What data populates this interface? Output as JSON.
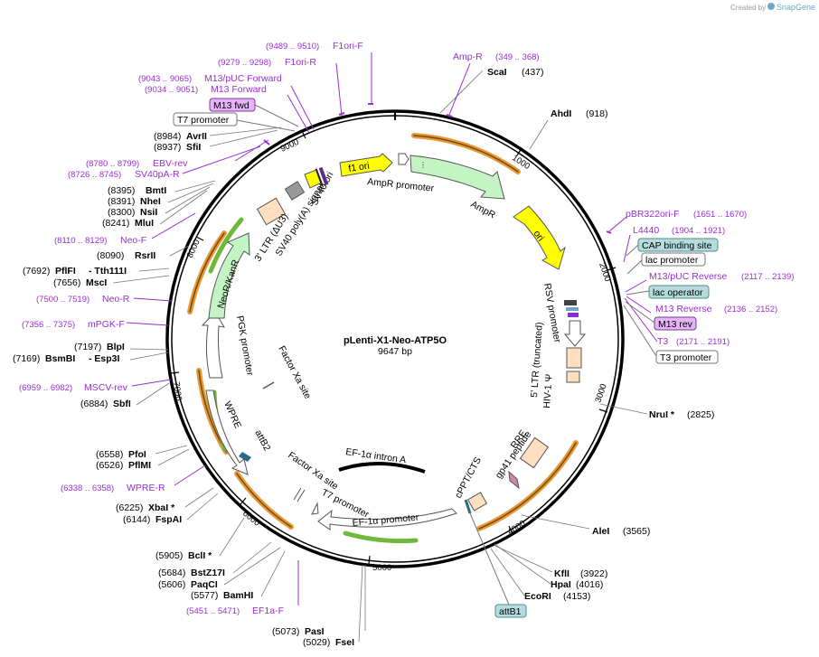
{
  "branding": {
    "text": "Created by",
    "app": "SnapGene"
  },
  "map": {
    "name": "pLenti-X1-Neo-ATP5O",
    "length": "9647 bp",
    "total": 9647
  },
  "ticks": [
    "1000",
    "2000",
    "3000",
    "4000",
    "5000",
    "6000",
    "7000",
    "8000",
    "9000"
  ],
  "enzymes_right": [
    {
      "name": "ScaI",
      "pos": "(437)"
    },
    {
      "name": "AhdI",
      "pos": "(918)"
    },
    {
      "name": "NruI *",
      "pos": "(2825)"
    },
    {
      "name": "AleI",
      "pos": "(3565)"
    },
    {
      "name": "KflI",
      "pos": "(3922)"
    },
    {
      "name": "HpaI",
      "pos": "(4016)"
    },
    {
      "name": "EcoRI",
      "pos": "(4153)"
    },
    {
      "name": "PasI",
      "pos": "(5073)"
    },
    {
      "name": "FseI",
      "pos": "(5029)"
    }
  ],
  "enzymes_left": [
    {
      "name": "AvrII",
      "pos": "(8984)"
    },
    {
      "name": "SfiI",
      "pos": "(8937)"
    },
    {
      "name": "BmtI",
      "pos": "(8395)"
    },
    {
      "name": "NheI",
      "pos": "(8391)"
    },
    {
      "name": "NsiI",
      "pos": "(8300)"
    },
    {
      "name": "MluI",
      "pos": "(8241)"
    },
    {
      "name": "RsrII",
      "pos": "(8090)"
    },
    {
      "name": "PflFI",
      "pos": "(7692)",
      "extra": "- Tth111I"
    },
    {
      "name": "MscI",
      "pos": "(7656)"
    },
    {
      "name": "BlpI",
      "pos": "(7197)"
    },
    {
      "name": "BsmBI",
      "pos": "(7169)",
      "extra": "- Esp3I"
    },
    {
      "name": "SbfI",
      "pos": "(6884)"
    },
    {
      "name": "PfoI",
      "pos": "(6558)"
    },
    {
      "name": "PflMI",
      "pos": "(6526)"
    },
    {
      "name": "XbaI *",
      "pos": "(6225)"
    },
    {
      "name": "FspAI",
      "pos": "(6144)"
    },
    {
      "name": "BclI *",
      "pos": "(5905)"
    },
    {
      "name": "BstZ17I",
      "pos": "(5684)"
    },
    {
      "name": "PaqCI",
      "pos": "(5606)"
    },
    {
      "name": "BamHI",
      "pos": "(5577)"
    }
  ],
  "primers_right": [
    {
      "range": "(9489 .. 9510)",
      "name": "F1ori-F"
    },
    {
      "range": "(349 .. 368)",
      "name": "Amp-R"
    },
    {
      "name": "pBR322ori-F",
      "range": "(1651 .. 1670)"
    },
    {
      "name": "L4440",
      "range": "(1904 .. 1921)"
    },
    {
      "name": "M13/pUC Reverse",
      "range": "(2117 .. 2139)"
    },
    {
      "name": "M13 Reverse",
      "range": "(2136 .. 2152)"
    },
    {
      "name": "T3",
      "range": "(2171 .. 2191)"
    }
  ],
  "primers_left": [
    {
      "range": "(9279 .. 9298)",
      "name": "F1ori-R"
    },
    {
      "range": "(9043 .. 9065)",
      "name": "M13/pUC Forward"
    },
    {
      "range": "(9034 .. 9051)",
      "name": "M13 Forward"
    },
    {
      "range": "(8780 .. 8799)",
      "name": "EBV-rev"
    },
    {
      "range": "(8726 .. 8745)",
      "name": "SV40pA-R"
    },
    {
      "range": "(8110 .. 8129)",
      "name": "Neo-F"
    },
    {
      "range": "(7500 .. 7519)",
      "name": "Neo-R"
    },
    {
      "range": "(7356 .. 7375)",
      "name": "mPGK-F"
    },
    {
      "range": "(6959 .. 6982)",
      "name": "MSCV-rev"
    },
    {
      "range": "(6338 .. 6358)",
      "name": "WPRE-R"
    },
    {
      "range": "(5451 .. 5471)",
      "name": "EF1a-F"
    }
  ],
  "boxed_labels": {
    "m13fwd": "M13 fwd",
    "t7_top": "T7 promoter",
    "cap": "CAP binding site",
    "lac_promoter": "lac promoter",
    "lac_operator": "lac operator",
    "m13rev": "M13 rev",
    "t3_promoter": "T3 promoter",
    "attb1": "attB1"
  },
  "features": {
    "f1ori": "f1 ori",
    "ampr_promoter": "AmpR promoter",
    "ampr": "AmpR",
    "ori": "ori",
    "rsv": "RSV promoter",
    "ltr5": "5' LTR (truncated)",
    "hiv": "HIV-1 Ψ",
    "rre": "RRE",
    "gp41": "gp41 peptide",
    "cppt": "cPPT/CTS",
    "ef1a_intron": "EF-1α intron A",
    "ef1a_promoter": "EF-1α promoter",
    "t7_inner": "T7 promoter",
    "factor_xa": "Factor Xa site",
    "factor_xa2": "Factor Xa site",
    "wpre": "WPRE",
    "attb2": "attB2",
    "pgk": "PGK promoter",
    "neor": "NeoR/KanR",
    "ltr3": "3' LTR (ΔU3)",
    "sv40pa": "SV40 poly(A) signal",
    "sv40ori": "SV40 ori"
  },
  "colors": {
    "primer": "#9a2ed6",
    "ori": "#ffff00",
    "cds": "#c4f4c4",
    "ltr": "#ffdfbf",
    "orf_orange": "#e59a3a",
    "orf_green": "#6fb83a",
    "snap": "#6ea7c9"
  }
}
